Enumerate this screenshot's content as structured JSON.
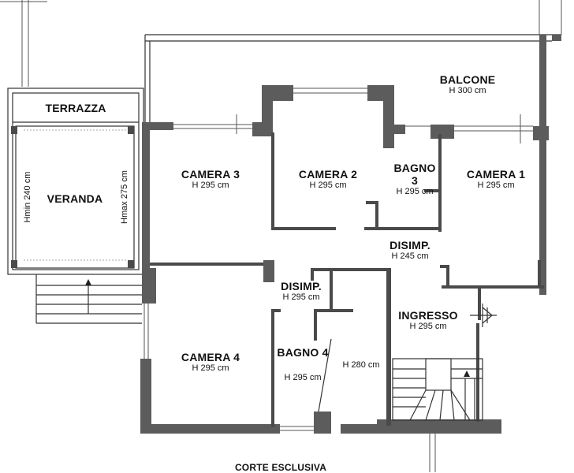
{
  "plan": {
    "rooms": [
      {
        "id": "terrazza",
        "name": "TERRAZZA",
        "height": ""
      },
      {
        "id": "veranda",
        "name": "VERANDA",
        "height": ""
      },
      {
        "id": "balcone",
        "name": "BALCONE",
        "height": "H 300 cm"
      },
      {
        "id": "camera3",
        "name": "CAMERA 3",
        "height": "H 295 cm"
      },
      {
        "id": "camera2",
        "name": "CAMERA 2",
        "height": "H 295 cm"
      },
      {
        "id": "bagno3",
        "name": "BAGNO",
        "name2": "3",
        "height": "H 295 cm"
      },
      {
        "id": "camera1",
        "name": "CAMERA 1",
        "height": "H 295 cm"
      },
      {
        "id": "disimp1",
        "name": "DISIMP.",
        "height": "H 245 cm"
      },
      {
        "id": "disimp2",
        "name": "DISIMP.",
        "height": "H 295 cm"
      },
      {
        "id": "ingresso",
        "name": "INGRESSO",
        "height": "H 295 cm"
      },
      {
        "id": "camera4",
        "name": "CAMERA 4",
        "height": "H 295 cm"
      },
      {
        "id": "bagno4",
        "name": "BAGNO 4",
        "height": "H 295 cm"
      },
      {
        "id": "bagno4b",
        "name": "",
        "height": "H 280 cm"
      }
    ],
    "veranda_min": "Hmin 240 cm",
    "veranda_max": "Hmax 275 cm",
    "bottom_label": "CORTE ESCLUSIVA"
  }
}
